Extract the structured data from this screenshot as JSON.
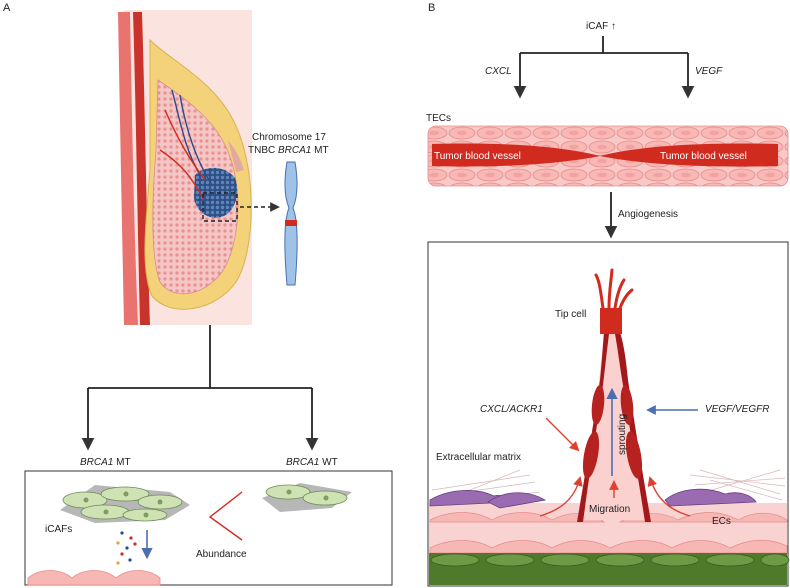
{
  "panels": {
    "a": "A",
    "b": "B"
  },
  "left": {
    "chromosome_line1": "Chromosome 17",
    "chromosome_line2_prefix": "TNBC ",
    "chromosome_line2_gene": "BRCA1",
    "chromosome_line2_suffix": " MT",
    "branch_mt_gene": "BRCA1",
    "branch_mt_suffix": " MT",
    "branch_wt_gene": "BRCA1",
    "branch_wt_suffix": " WT",
    "icafs": "iCAFs",
    "abundance": "Abundance"
  },
  "right": {
    "icaf": "iCAF ↑",
    "cxcl": "CXCL",
    "vegf": "VEGF",
    "tecs": "TECs",
    "vessel_left": "Tumor blood vessel",
    "vessel_right": "Tumor blood vessel",
    "angiogenesis": "Angiogenesis",
    "tip_cell": "Tip cell",
    "cxcl_ackr1": "CXCL/ACKR1",
    "vegf_vegfr": "VEGF/VEGFR",
    "sprouting": "sprouting",
    "extracellular_matrix": "Extracellular matrix",
    "migration": "Migration",
    "ecs": "ECs"
  },
  "colors": {
    "vessel_red": "#d12a1f",
    "dark_red": "#a3181a",
    "pink_cell": "#f6b7b5",
    "pink_light": "#fbd7d4",
    "fat_yellow": "#f3d27a",
    "tumor_blue": "#3b5f95",
    "arrow_blue": "#4a6fb3",
    "arrow_red": "#e0402f",
    "caf_green": "#cfe2b4",
    "purple_cell": "#9a6bb0",
    "stroma_green": "#4f7a2c"
  }
}
